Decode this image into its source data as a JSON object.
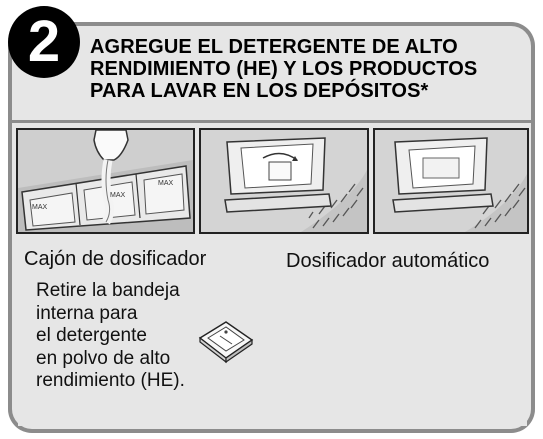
{
  "step": {
    "number": "2"
  },
  "title": {
    "lines": [
      "AGREGUE EL DETERGENTE DE ALTO",
      "RENDIMIENTO (HE) Y LOS PRODUCTOS",
      "PARA LAVAR EN LOS DEPÓSITOS*"
    ]
  },
  "photos": {
    "drawer": {
      "icon": "detergent-drawer-pouring-photo",
      "marks": [
        "MAX",
        "MAX",
        "MAX"
      ]
    },
    "auto_open": {
      "icon": "automatic-dispenser-open-photo"
    },
    "auto_closed": {
      "icon": "automatic-dispenser-closed-photo"
    }
  },
  "labels": {
    "drawer": "Cajón de dosificador",
    "automatic": "Dosificador automático"
  },
  "instructions": {
    "lines": [
      "Retire la bandeja",
      "interna para",
      "el detergente",
      "en polvo de alto",
      "rendimiento (HE)."
    ],
    "icon": "powder-tray-icon"
  },
  "colors": {
    "background": "#e6e6e6",
    "border": "#8c8c8c",
    "badge": "#000000"
  }
}
